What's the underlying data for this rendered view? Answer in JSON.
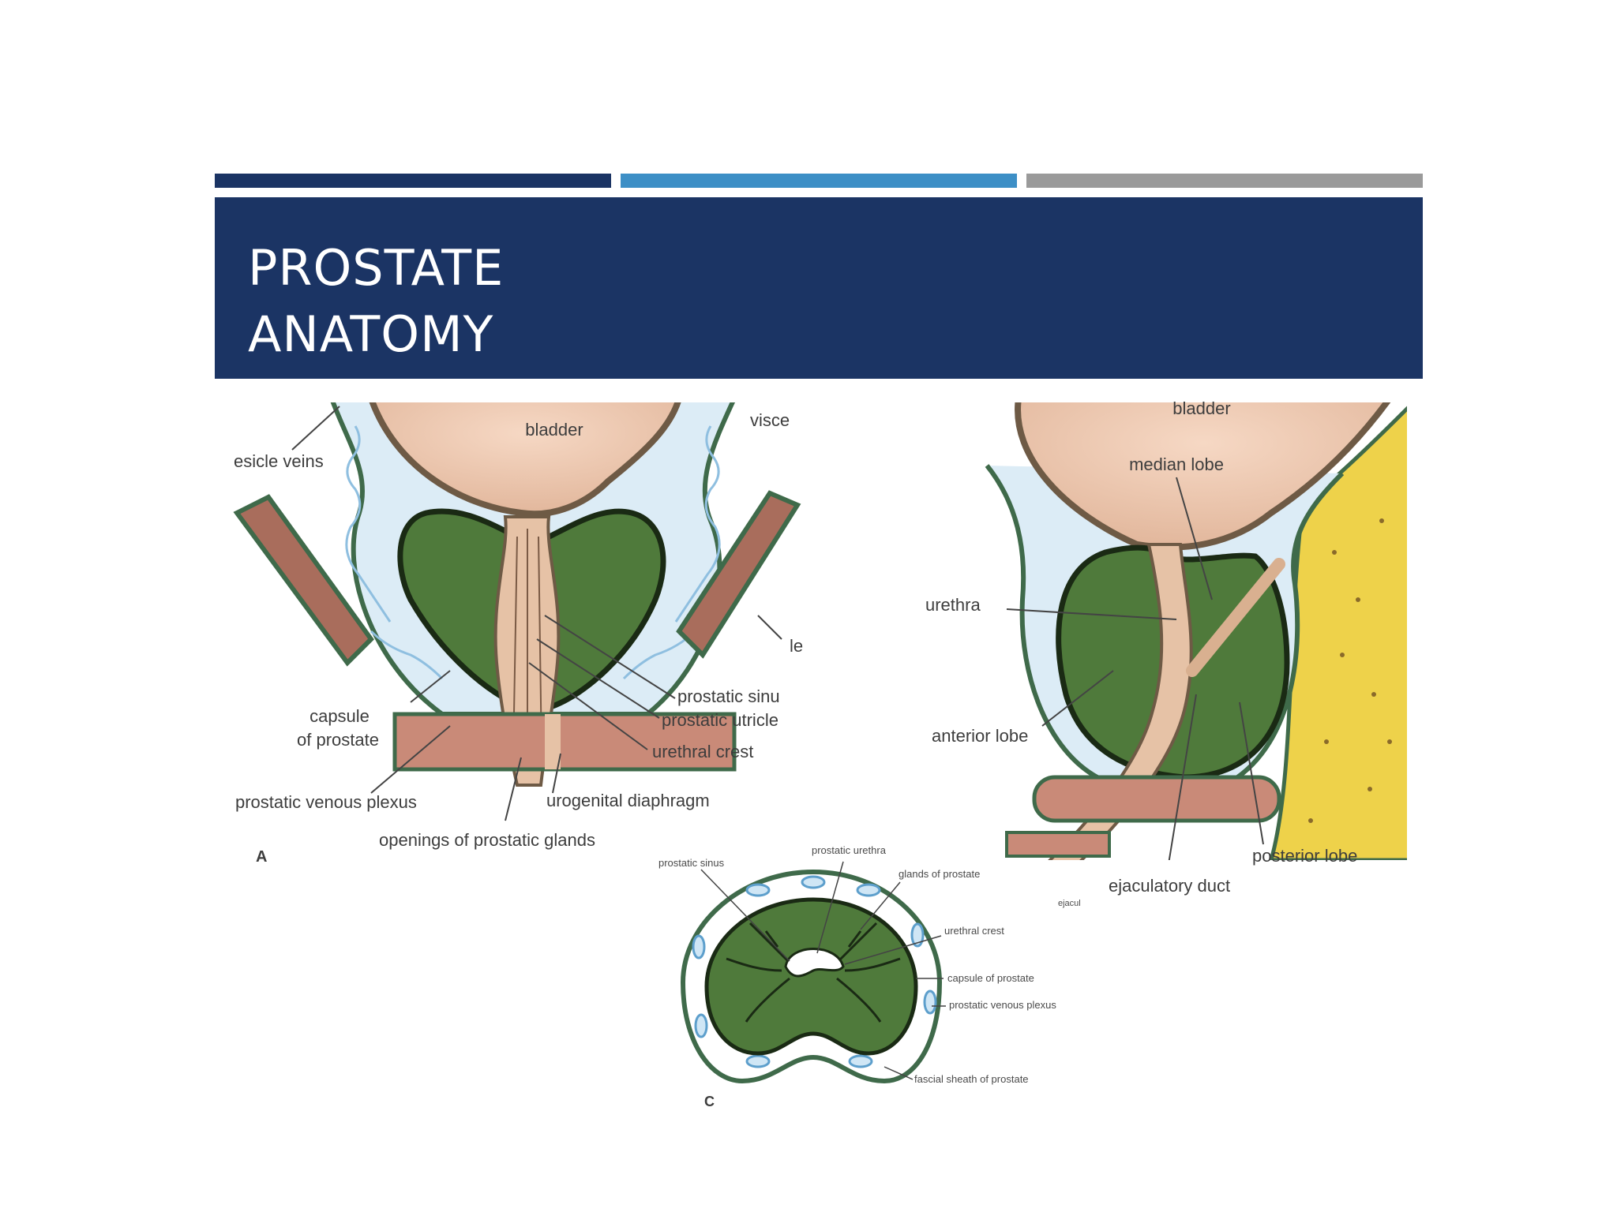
{
  "slide": {
    "title_lines": [
      "PROSTATE",
      "ANATOMY"
    ],
    "accent_colors": [
      "#1b3464",
      "#3d8fc6",
      "#9a9a9a"
    ],
    "title_bg": "#1b3464"
  },
  "figure_a": {
    "panel_letter": "A",
    "labels": {
      "bladder": "bladder",
      "visce": "visce",
      "vesicle_veins": "esicle veins",
      "le": "le",
      "capsule_1": "capsule",
      "capsule_2": "of prostate",
      "prostatic_sinus": "prostatic sinu",
      "prostatic_utricle": "prostatic utricle",
      "urethral_crest": "urethral crest",
      "prostatic_venous_plexus": "prostatic venous plexus",
      "urogenital_diaphragm": "urogenital diaphragm",
      "openings": "openings of prostatic glands"
    }
  },
  "figure_b": {
    "labels": {
      "bladder": "bladder",
      "median_lobe": "median lobe",
      "urethra": "urethra",
      "anterior_lobe": "anterior lobe",
      "posterior_lobe": "posterior lobe",
      "ejaculatory_duct": "ejaculatory duct",
      "ejacul": "ejacul"
    }
  },
  "figure_c": {
    "panel_letter": "C",
    "labels": {
      "prostatic_sinus": "prostatic sinus",
      "prostatic_urethra": "prostatic urethra",
      "glands": "glands of prostate",
      "urethral_crest": "urethral crest",
      "capsule": "capsule of prostate",
      "venous_plexus": "prostatic venous plexus",
      "fascial_sheath": "fascial sheath of prostate"
    }
  }
}
